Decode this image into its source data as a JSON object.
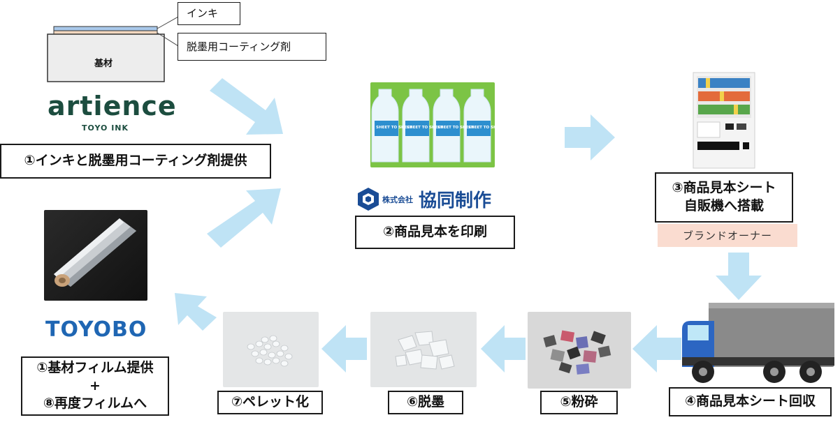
{
  "layer_labels": {
    "ink": "インキ",
    "coating": "脱墨用コーティング剤",
    "substrate": "基材"
  },
  "logos": {
    "artience": "artience",
    "artience_sub": "TOYO INK",
    "toyobo": "TOYOBO",
    "kyodo_prefix": "株式会社",
    "kyodo_name": "協同制作"
  },
  "steps": {
    "s1_ink": "①インキと脱墨用コーティング剤提供",
    "s2_print": "②商品見本を印刷",
    "s3_line1": "③商品見本シート",
    "s3_line2": "自販機へ搭載",
    "s3_owner": "ブランドオーナー",
    "s4_collect": "④商品見本シート回収",
    "s5_crush": "⑤粉砕",
    "s6_deink": "⑥脱墨",
    "s7_pellet": "⑦ペレット化",
    "s1_film_line1": "①基材フィルム提供",
    "s1_film_plus": "+",
    "s1_film_line2": "⑧再度フィルムへ"
  },
  "bottle_label": "SHEET TO SHEET",
  "colors": {
    "arrow": "#bfe3f5",
    "owner_bg": "#fadcd0",
    "artience": "#1c4d3f",
    "toyobo": "#1f66b3",
    "kyodo": "#1a4c95"
  }
}
